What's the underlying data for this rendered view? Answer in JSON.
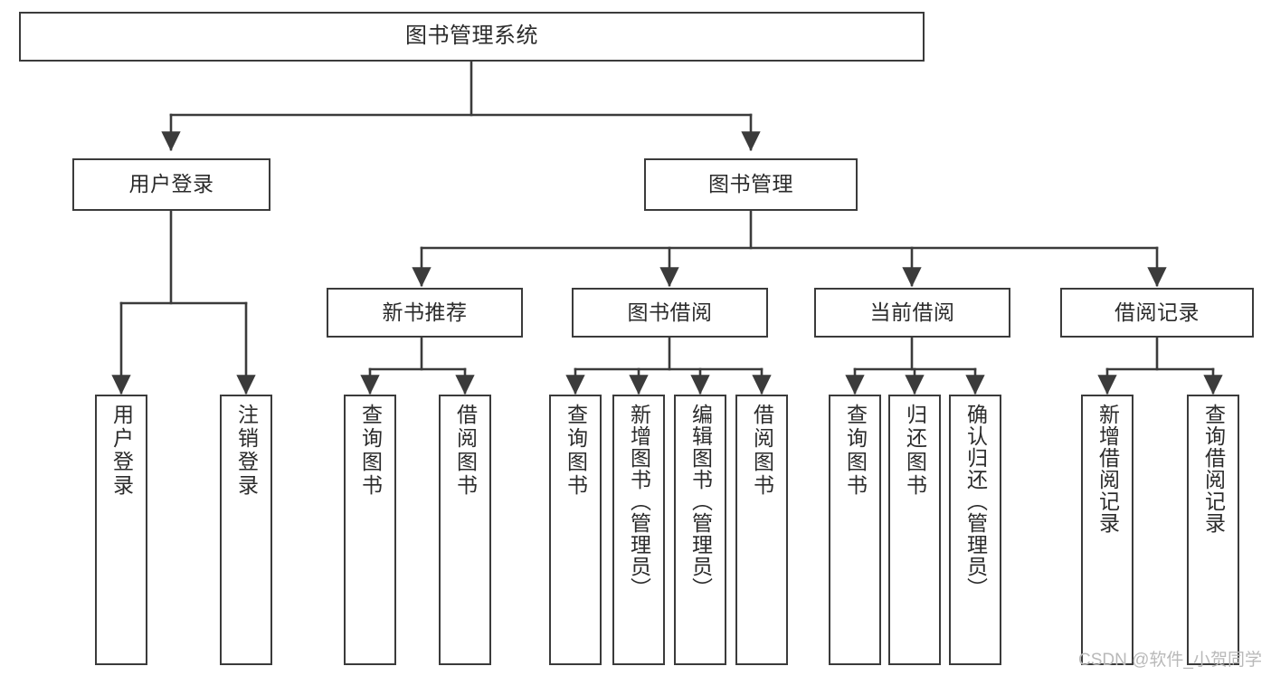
{
  "diagram": {
    "title": "图书管理系统",
    "type": "tree-hierarchy",
    "watermark": "CSDN @软件_小贺同学",
    "colors": {
      "stroke": "#3b3b3b",
      "fill": "#ffffff",
      "text": "#2b2b2b",
      "watermark": "#b9b9b9"
    },
    "root": {
      "label": "图书管理系统"
    },
    "level1": [
      {
        "label": "用户登录"
      },
      {
        "label": "图书管理"
      }
    ],
    "level2": [
      {
        "label": "新书推荐"
      },
      {
        "label": "图书借阅"
      },
      {
        "label": "当前借阅"
      },
      {
        "label": "借阅记录"
      }
    ],
    "leaves": {
      "user_login": [
        {
          "label": "用户登录"
        },
        {
          "label": "注销登录"
        }
      ],
      "new_book_recommend": [
        {
          "label": "查询图书"
        },
        {
          "label": "借阅图书"
        }
      ],
      "book_borrow": [
        {
          "label": "查询图书"
        },
        {
          "label": "新增图书（管理员）"
        },
        {
          "label": "编辑图书（管理员）"
        },
        {
          "label": "借阅图书"
        }
      ],
      "current_borrow": [
        {
          "label": "查询图书"
        },
        {
          "label": "归还图书"
        },
        {
          "label": "确认归还（管理员）"
        }
      ],
      "borrow_record": [
        {
          "label": "新增借阅记录"
        },
        {
          "label": "查询借阅记录"
        }
      ]
    }
  }
}
